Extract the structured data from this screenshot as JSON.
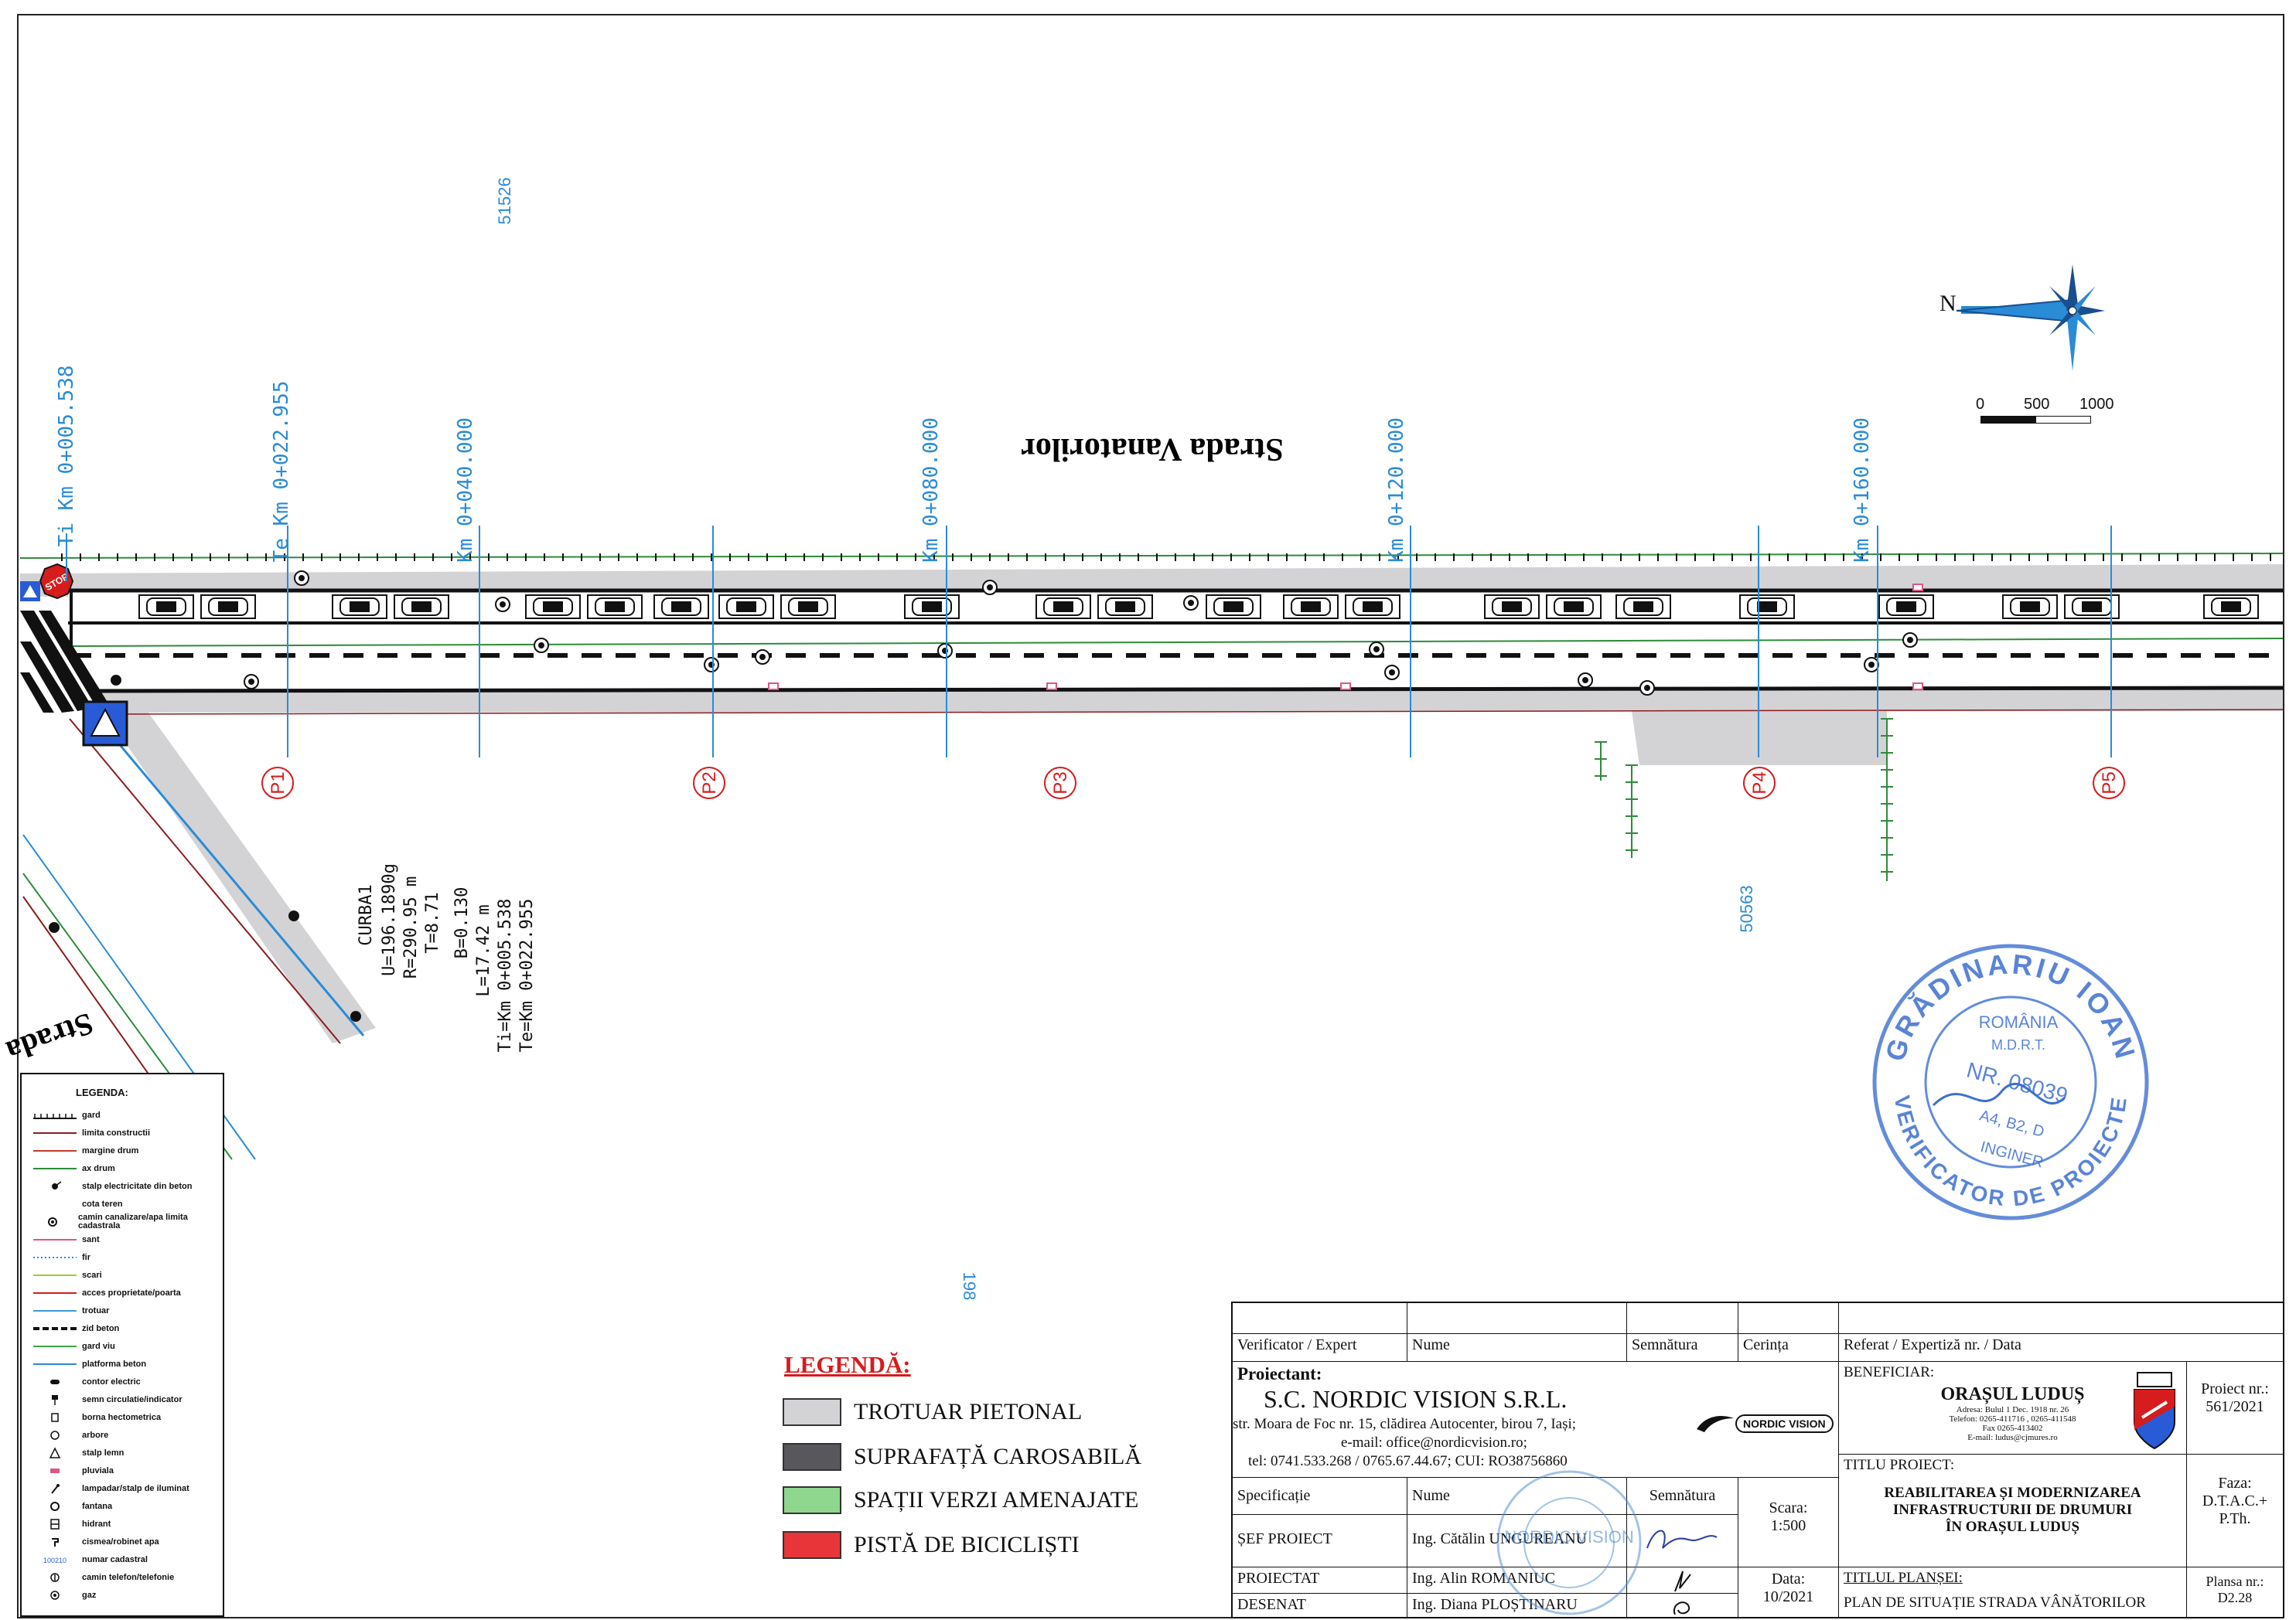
{
  "street_name": "Strada Vanatorilor",
  "street_name_sw": "Strada",
  "cadastral": [
    "51526",
    "50563",
    "198"
  ],
  "kilometer_marks": [
    "Ti Km 0+005.538",
    "Te Km 0+022.955",
    "Km 0+040.000",
    "Km 0+080.000",
    "Km 0+120.000",
    "Km 0+160.000"
  ],
  "profiles": [
    "P1",
    "P2",
    "P3",
    "P4",
    "P5"
  ],
  "stop_sign": "STOP",
  "curve": {
    "name": "CURBA1",
    "lines": [
      "U=196.1890g",
      "R=290.95 m",
      "T=8.71",
      "B=0.130",
      "L=17.42 m",
      "Ti=Km 0+005.538",
      "Te=Km 0+022.955"
    ]
  },
  "north": {
    "letter": "N",
    "icon": "compass-rose-icon"
  },
  "scale_bar": {
    "labels": [
      "0",
      "500",
      "1000"
    ]
  },
  "stamp": {
    "name": "GRĂDINARIU IOAN",
    "country": "ROMÂNIA",
    "institution": "M.D.R.T.",
    "number": "NR. 08039",
    "fields": "A4, B2, D",
    "role": "INGINER",
    "title": "VERIFICATOR DE PROIECTE"
  },
  "small_legend": {
    "title": "LEGENDA:",
    "items": [
      {
        "label": "gard",
        "symbol": "fence"
      },
      {
        "label": "limita constructii",
        "symbol": "line",
        "color": "#8b1c1c"
      },
      {
        "label": "margine drum",
        "symbol": "line",
        "color": "#c0392b"
      },
      {
        "label": "ax drum",
        "symbol": "line",
        "color": "#2e8b3a"
      },
      {
        "label": "stalp electricitate din beton",
        "symbol": "pole"
      },
      {
        "label": "cota teren",
        "symbol": "text"
      },
      {
        "label": "camin canalizare/apa limita cadastrala",
        "symbol": "manhole"
      },
      {
        "label": "sant",
        "symbol": "line",
        "color": "#e0548a"
      },
      {
        "label": "fir",
        "symbol": "dotted",
        "color": "#2a8bd6"
      },
      {
        "label": "scari",
        "symbol": "line",
        "color": "#9acd32"
      },
      {
        "label": "acces proprietate/poarta",
        "symbol": "line",
        "color": "#d61c1c"
      },
      {
        "label": "trotuar",
        "symbol": "line",
        "color": "#3b9ad9"
      },
      {
        "label": "zid beton",
        "symbol": "dash",
        "color": "#111111"
      },
      {
        "label": "gard viu",
        "symbol": "line",
        "color": "#3aa845"
      },
      {
        "label": "platforma beton",
        "symbol": "line",
        "color": "#2a8bd6"
      },
      {
        "label": "contor electric",
        "symbol": "meter"
      },
      {
        "label": "semn circulatie/indicator",
        "symbol": "sign"
      },
      {
        "label": "borna hectometrica",
        "symbol": "marker"
      },
      {
        "label": "arbore",
        "symbol": "tree"
      },
      {
        "label": "stalp lemn",
        "symbol": "triangle"
      },
      {
        "label": "pluviala",
        "symbol": "pink"
      },
      {
        "label": "lampadar/stalp de iluminat",
        "symbol": "lamp"
      },
      {
        "label": "fantana",
        "symbol": "circle"
      },
      {
        "label": "hidrant",
        "symbol": "hydrant"
      },
      {
        "label": "cismea/robinet apa",
        "symbol": "tap"
      },
      {
        "label": "numar cadastral",
        "symbol": "number",
        "sample": "100210"
      },
      {
        "label": "camin telefon/telefonie",
        "symbol": "phone"
      },
      {
        "label": "gaz",
        "symbol": "gas"
      }
    ]
  },
  "main_legend": {
    "title": "LEGENDĂ:",
    "items": [
      {
        "label": "TROTUAR PIETONAL",
        "color": "#d3d3d6"
      },
      {
        "label": "SUPRAFAȚĂ CAROSABILĂ",
        "color": "#58585c"
      },
      {
        "label": "SPAȚII VERZI AMENAJATE",
        "color": "#8fd68e"
      },
      {
        "label": "PISTĂ DE BICICLIȘTI",
        "color": "#e8353a"
      }
    ]
  },
  "title_block": {
    "hdr_verificator": "Verificator / Expert",
    "hdr_nume": "Nume",
    "hdr_semnatura": "Semnătura",
    "hdr_cerinta": "Cerința",
    "hdr_referat": "Referat / Expertiză nr. / Data",
    "proiectant_label": "Proiectant:",
    "company": "S.C. NORDIC VISION S.R.L.",
    "address": "str. Moara de Foc nr. 15, clădirea Autocenter, birou 7, Iași;",
    "email": "e-mail: office@nordicvision.ro;",
    "phone": "tel: 0741.533.268 / 0765.67.44.67; CUI: RO38756860",
    "logo_text": "NORDIC VISION",
    "beneficiar_label": "BENEFICIAR:",
    "beneficiar_name": "ORAȘUL LUDUȘ",
    "beneficiar_address": "Adresa: Bulul 1 Dec. 1918 nr. 26",
    "beneficiar_tel": "Telefon: 0265-411716 , 0265-411548",
    "beneficiar_fax": "Fax 0265-413402",
    "beneficiar_email": "E-mail: ludus@cjmures.ro",
    "proiect_nr_label": "Proiect nr.:",
    "proiect_nr": "561/2021",
    "titlu_proiect_label": "TITLU PROIECT:",
    "titlu_proiect": [
      "REABILITAREA ȘI MODERNIZAREA",
      "INFRASTRUCTURII DE DRUMURI",
      "ÎN ORAȘUL LUDUȘ"
    ],
    "faza_label": "Faza:",
    "faza": [
      "D.T.A.C.+",
      "P.Th."
    ],
    "specificatie": "Specificație",
    "nume": "Nume",
    "semnatura": "Semnătura",
    "scara_label": "Scara:",
    "scara": "1:500",
    "roles": [
      {
        "role": "ȘEF PROIECT",
        "name": "Ing. Cătălin UNGUREANU"
      },
      {
        "role": "PROIECTAT",
        "name": "Ing. Alin ROMANIUC"
      },
      {
        "role": "DESENAT",
        "name": "Ing. Diana PLOȘTINARU"
      }
    ],
    "data_label": "Data:",
    "data": "10/2021",
    "titlu_plansa_label": "TITLUL PLANȘEI:",
    "titlu_plansa": "PLAN DE SITUAȚIE STRADA VÂNĂTORILOR",
    "plansa_label": "Plansa nr.:",
    "plansa": "D2.28"
  }
}
